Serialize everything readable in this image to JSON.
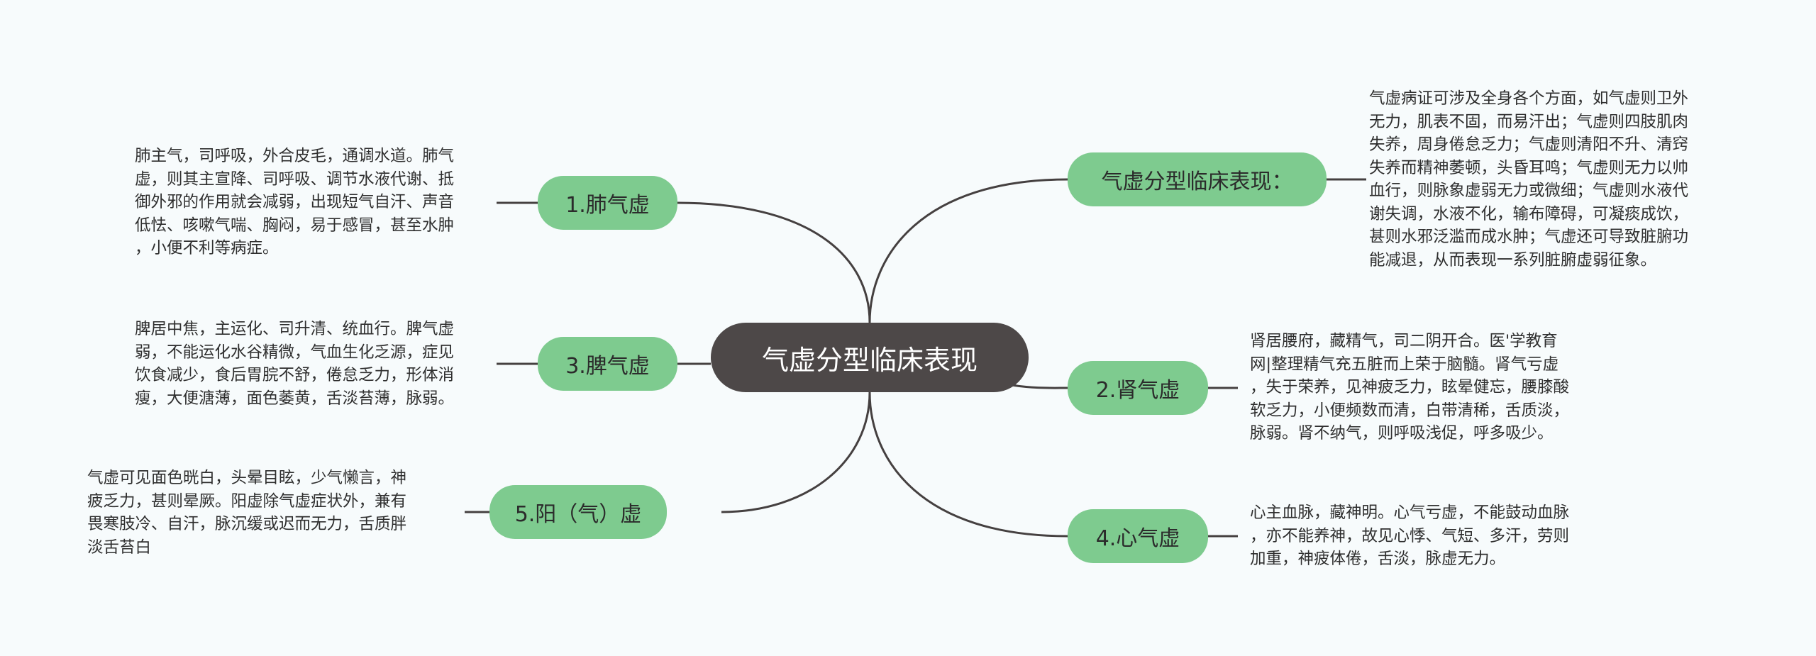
{
  "colors": {
    "background": "#f7fbfc",
    "center_node": "#4d4848",
    "branch_node": "#7ecb8f",
    "connector": "#454040"
  },
  "center": {
    "label": "气虚分型临床表现"
  },
  "branches": {
    "lung": {
      "label": "1.肺气虚",
      "detail": "肺主气，司呼吸，外合皮毛，通调水道。肺气\n虚，则其主宣降、司呼吸、调节水液代谢、抵\n御外邪的作用就会减弱，出现短气自汗、声音\n低怯、咳嗽气喘、胸闷，易于感冒，甚至水肿\n，小便不利等病症。"
    },
    "spleen": {
      "label": "3.脾气虚",
      "detail": "脾居中焦，主运化、司升清、统血行。脾气虚\n弱，不能运化水谷精微，气血生化乏源，症见\n饮食减少，食后胃脘不舒，倦怠乏力，形体消\n瘦，大便溏薄，面色萎黄，舌淡苔薄，脉弱。"
    },
    "yang": {
      "label": "5.阳（气）虚",
      "detail": "气虚可见面色晄白，头晕目眩，少气懒言，神\n疲乏力，甚则晕厥。阳虚除气虚症状外，兼有\n畏寒肢冷、自汗，脉沉缓或迟而无力，舌质胖\n淡舌苔白"
    },
    "overview": {
      "label": "气虚分型临床表现：",
      "detail": "气虚病证可涉及全身各个方面，如气虚则卫外\n无力，肌表不固，而易汗出；气虚则四肢肌肉\n失养，周身倦怠乏力；气虚则清阳不升、清窍\n失养而精神萎顿，头昏耳鸣；气虚则无力以帅\n血行，则脉象虚弱无力或微细；气虚则水液代\n谢失调，水液不化，输布障碍，可凝痰成饮，\n甚则水邪泛滥而成水肿；气虚还可导致脏腑功\n能减退，从而表现一系列脏腑虚弱征象。"
    },
    "kidney": {
      "label": "2.肾气虚",
      "detail": "肾居腰府，藏精气，司二阴开合。医'学教育\n网|整理精气充五脏而上荣于脑髓。肾气亏虚\n，失于荣养，见神疲乏力，眩晕健忘，腰膝酸\n软乏力，小便频数而清，白带清稀，舌质淡，\n脉弱。肾不纳气，则呼吸浅促，呼多吸少。"
    },
    "heart": {
      "label": "4.心气虚",
      "detail": "心主血脉，藏神明。心气亏虚，不能鼓动血脉\n，亦不能养神，故见心悸、气短、多汗，劳则\n加重，神疲体倦，舌淡，脉虚无力。"
    }
  }
}
